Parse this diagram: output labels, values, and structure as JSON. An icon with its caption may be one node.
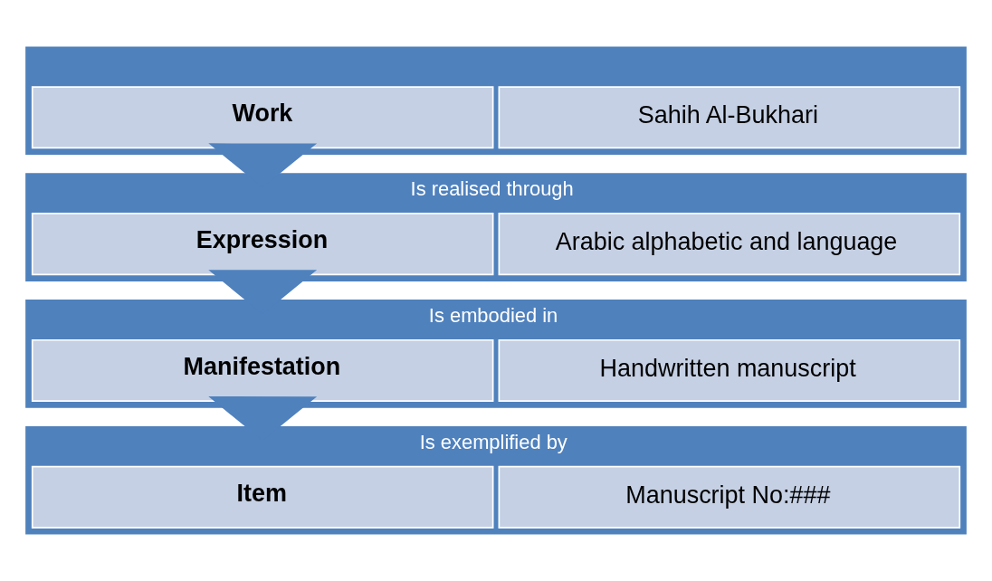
{
  "diagram": {
    "nodes": [
      {
        "text": [],
        "shape": "bar"
      },
      {
        "text": [
          "Work"
        ],
        "in": 0
      },
      {
        "text": [
          "Sahih Al-Bukhari"
        ],
        "in": 0
      },
      {
        "text": [
          "Is realised through"
        ]
      },
      {
        "text": [
          "Expression"
        ],
        "in": 3
      },
      {
        "text": [
          "Arabic alphabetic and language"
        ],
        "in": 3
      },
      {
        "text": [
          "Is embodied in"
        ]
      },
      {
        "text": [
          "Manifestation"
        ],
        "in": 6
      },
      {
        "text": [
          "Handwritten manuscript"
        ],
        "in": 6
      },
      {
        "text": [
          "Is exemplified by"
        ]
      },
      {
        "text": [
          "Item"
        ],
        "in": 9
      },
      {
        "text": [
          "Manuscript No:###"
        ],
        "in": 9
      }
    ],
    "edges": [
      {
        "from": 0,
        "to": 3,
        "arrow": "to",
        "style": "thick"
      },
      {
        "from": 3,
        "to": 6,
        "arrow": "to",
        "style": "thick"
      },
      {
        "from": 6,
        "to": 9,
        "arrow": "to",
        "style": "thick"
      }
    ]
  }
}
